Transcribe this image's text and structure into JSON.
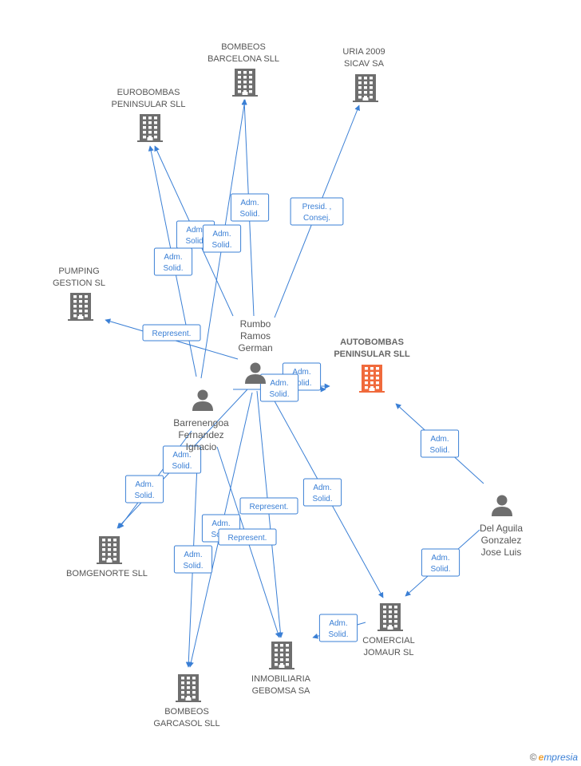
{
  "companies": [
    {
      "id": "bombeos_barcelona",
      "lines": [
        "BOMBEOS",
        "BARCELONA SLL"
      ]
    },
    {
      "id": "uria",
      "lines": [
        "URIA 2009",
        "SICAV SA"
      ]
    },
    {
      "id": "eurobombas",
      "lines": [
        "EUROBOMBAS",
        "PENINSULAR SLL"
      ]
    },
    {
      "id": "pumping",
      "lines": [
        "PUMPING",
        "GESTION SL"
      ]
    },
    {
      "id": "autobombas",
      "lines": [
        "AUTOBOMBAS",
        "PENINSULAR SLL"
      ],
      "main": true
    },
    {
      "id": "bomgenorte",
      "lines": [
        "BOMGENORTE SLL"
      ]
    },
    {
      "id": "comercial",
      "lines": [
        "COMERCIAL",
        "JOMAUR SL"
      ]
    },
    {
      "id": "inmobiliaria",
      "lines": [
        "INMOBILIARIA",
        "GEBOMSA SA"
      ]
    },
    {
      "id": "bombeos_garcasol",
      "lines": [
        "BOMBEOS",
        "GARCASOL SLL"
      ]
    }
  ],
  "persons": [
    {
      "id": "rumbo",
      "lines": [
        "Rumbo",
        "Ramos",
        "German"
      ]
    },
    {
      "id": "barrenengoa",
      "lines": [
        "Barrenengoa",
        "Fernandez",
        "Ignacio"
      ]
    },
    {
      "id": "delaguila",
      "lines": [
        "Del Aguila",
        "Gonzalez",
        "Jose Luis"
      ]
    }
  ],
  "edges": [
    {
      "from": "rumbo",
      "to": "bombeos_barcelona",
      "label": [
        "Adm.",
        "Solid."
      ]
    },
    {
      "from": "rumbo",
      "to": "uria",
      "label": [
        "Presid. ,",
        "Consej."
      ]
    },
    {
      "from": "rumbo",
      "to": "eurobombas",
      "label": [
        "Adm.",
        "Solid."
      ]
    },
    {
      "from": "rumbo",
      "to": "pumping",
      "label": [
        "Represent."
      ]
    },
    {
      "from": "rumbo",
      "to": "autobombas",
      "label": [
        "Adm.",
        "Solid."
      ]
    },
    {
      "from": "rumbo",
      "to": "bomgenorte",
      "label": [
        "Adm.",
        "Solid."
      ]
    },
    {
      "from": "rumbo",
      "to": "comercial",
      "label": [
        "Adm.",
        "Solid."
      ]
    },
    {
      "from": "rumbo",
      "to": "inmobiliaria",
      "label": [
        "Represent."
      ]
    },
    {
      "from": "rumbo",
      "to": "bombeos_garcasol",
      "label": [
        "Adm.",
        "Solid."
      ]
    },
    {
      "from": "barrenengoa",
      "to": "bombeos_barcelona",
      "label": [
        "Adm.",
        "Solid."
      ]
    },
    {
      "from": "barrenengoa",
      "to": "eurobombas",
      "label": [
        "Adm.",
        "Solid."
      ]
    },
    {
      "from": "barrenengoa",
      "to": "autobombas",
      "label": [
        "Adm.",
        "Solid."
      ]
    },
    {
      "from": "barrenengoa",
      "to": "bomgenorte",
      "label": [
        "Adm.",
        "Solid."
      ]
    },
    {
      "from": "barrenengoa",
      "to": "inmobiliaria",
      "label": [
        "Represent."
      ]
    },
    {
      "from": "barrenengoa",
      "to": "bombeos_garcasol",
      "label": [
        "Adm.",
        "Solid."
      ]
    },
    {
      "from": "delaguila",
      "to": "autobombas",
      "label": [
        "Adm.",
        "Solid."
      ]
    },
    {
      "from": "delaguila",
      "to": "comercial",
      "label": [
        "Adm.",
        "Solid."
      ]
    },
    {
      "from": "comercial",
      "to": "inmobiliaria",
      "label": [
        "Adm.",
        "Solid."
      ]
    }
  ],
  "colors": {
    "edge": "#3a7fd5",
    "building": "#6e6e6e",
    "main_building": "#f06a3c",
    "person": "#6e6e6e"
  },
  "brand": {
    "symbol": "©",
    "first": "e",
    "rest": "mpresia"
  }
}
